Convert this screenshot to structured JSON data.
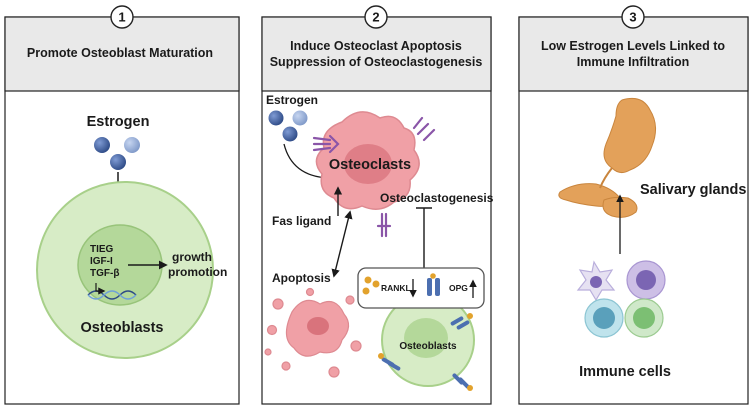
{
  "panels": [
    {
      "number": "1",
      "title_lines": [
        "Promote Osteoblast Maturation"
      ],
      "labels": {
        "estrogen": "Estrogen",
        "factors": [
          "TIEG",
          "IGF-I",
          "TGF-β"
        ],
        "growth_lines": [
          "growth",
          "promotion"
        ],
        "cell": "Osteoblasts"
      }
    },
    {
      "number": "2",
      "title_lines": [
        "Induce Osteoclast Apoptosis",
        "Suppression of Osteoclastogenesis"
      ],
      "labels": {
        "estrogen": "Estrogen",
        "osteoclasts": "Osteoclasts",
        "osteoclastogenesis": "Osteoclastogenesis",
        "fas_ligand": "Fas ligand",
        "apoptosis": "Apoptosis",
        "rankl": "RANKL",
        "opg": "OPG",
        "osteoblasts": "Osteoblasts"
      }
    },
    {
      "number": "3",
      "title_lines": [
        "Low Estrogen Levels Linked to",
        "Immune Infiltration"
      ],
      "labels": {
        "salivary": "Salivary glands",
        "immune": "Immune cells"
      }
    }
  ],
  "colors": {
    "header_bg": "#e9e9e9",
    "border": "#222222",
    "estrogen_dark": "#3f5f9e",
    "estrogen_light": "#8fa8d6",
    "osteoclast": "#f0a0a6",
    "osteoblast_outer": "#d7ecc6",
    "osteoblast_inner": "#b4d89a",
    "receptor": "#8a55a8",
    "gland": "#e3a15a",
    "opg_blue": "#4c6fb0",
    "rankl_orange": "#e2a22c"
  },
  "icons": [
    "estrogen-molecule",
    "receptor-icon",
    "dna-icon",
    "arrow",
    "inhibition-bar"
  ]
}
